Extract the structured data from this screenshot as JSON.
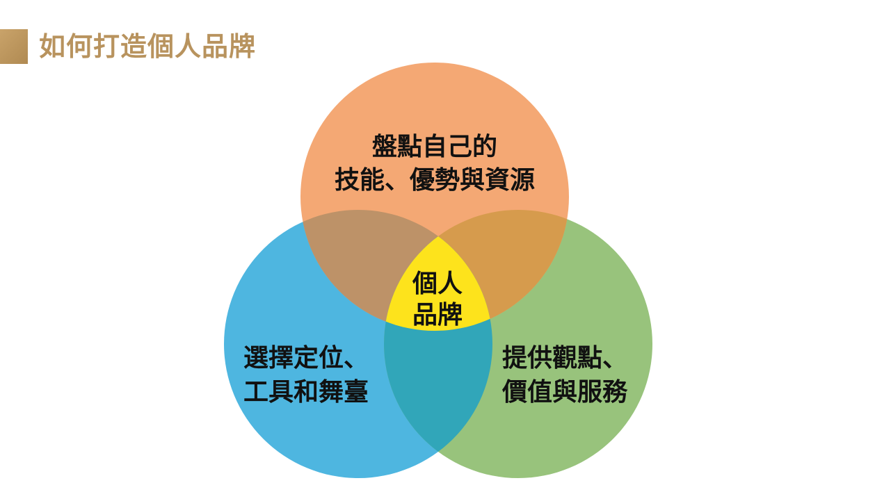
{
  "header": {
    "title": "如何打造個人品牌"
  },
  "diagram": {
    "top_circle": {
      "line1": "盤點自己的",
      "line2": "技能、優勢與資源",
      "color": "#f4a874"
    },
    "left_circle": {
      "line1": "選擇定位、",
      "line2": "工具和舞臺",
      "color": "#4eb6e0"
    },
    "right_circle": {
      "line1": "提供觀點、",
      "line2": "價值與服務",
      "color": "#98c37c"
    },
    "center": {
      "line1": "個人",
      "line2": "品牌",
      "color": "#fde31c"
    }
  }
}
